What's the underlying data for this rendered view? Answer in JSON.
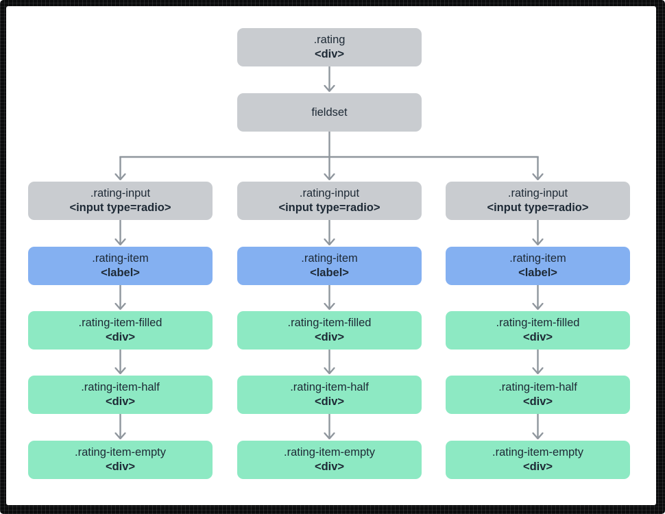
{
  "colors": {
    "frame": "#0b0c0d",
    "panel_background": "#ffffff",
    "gray_node": "#c9ccd0",
    "blue_node": "#84b0f1",
    "green_node": "#8de9c3",
    "arrow": "#8f969d",
    "text": "#1d2935"
  },
  "diagram": {
    "root": {
      "selector": ".rating",
      "tag": "<div>"
    },
    "fieldset": {
      "label": "fieldset"
    },
    "columns": [
      {
        "nodes": [
          {
            "selector": ".rating-input",
            "tag": "<input type=radio>"
          },
          {
            "selector": ".rating-item",
            "tag": "<label>"
          },
          {
            "selector": ".rating-item-filled",
            "tag": "<div>"
          },
          {
            "selector": ".rating-item-half",
            "tag": "<div>"
          },
          {
            "selector": ".rating-item-empty",
            "tag": "<div>"
          }
        ]
      },
      {
        "nodes": [
          {
            "selector": ".rating-input",
            "tag": "<input type=radio>"
          },
          {
            "selector": ".rating-item",
            "tag": "<label>"
          },
          {
            "selector": ".rating-item-filled",
            "tag": "<div>"
          },
          {
            "selector": ".rating-item-half",
            "tag": "<div>"
          },
          {
            "selector": ".rating-item-empty",
            "tag": "<div>"
          }
        ]
      },
      {
        "nodes": [
          {
            "selector": ".rating-input",
            "tag": "<input type=radio>"
          },
          {
            "selector": ".rating-item",
            "tag": "<label>"
          },
          {
            "selector": ".rating-item-filled",
            "tag": "<div>"
          },
          {
            "selector": ".rating-item-half",
            "tag": "<div>"
          },
          {
            "selector": ".rating-item-empty",
            "tag": "<div>"
          }
        ]
      }
    ]
  }
}
